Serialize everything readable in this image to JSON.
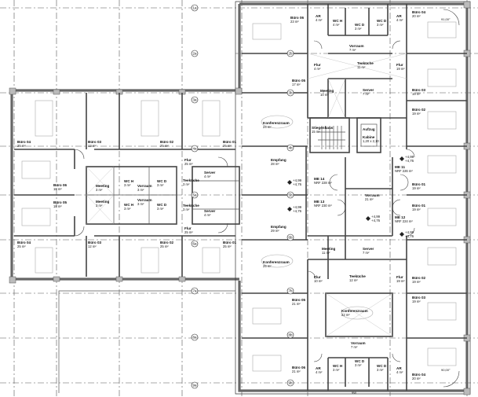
{
  "plan": {
    "grid_labels": [
      "1a",
      "2a",
      "3a",
      "4a",
      "5a",
      "6a",
      "7a",
      "8a",
      "9a",
      "2b",
      "3b",
      "4b",
      "5b",
      "6b",
      "7b",
      "8b",
      "9b"
    ],
    "right_wing": [
      {
        "name": "Büro 06",
        "area": "23 m²"
      },
      {
        "name": "AR",
        "area": "4 m²"
      },
      {
        "name": "WC H",
        "area": "4 m²"
      },
      {
        "name": "WC D",
        "area": "3 m²"
      },
      {
        "name": "WC D",
        "area": "3 m²"
      },
      {
        "name": "AR",
        "area": "4 m²"
      },
      {
        "name": "Büro 04",
        "area": "20 m²"
      },
      {
        "name": "Vorraum",
        "area": "7 m²"
      },
      {
        "name": "Flur",
        "area": "4 m²"
      },
      {
        "name": "Teeküche",
        "area": "11 m²"
      },
      {
        "name": "Flur",
        "area": "19 m²"
      },
      {
        "name": "Büro 05",
        "area": "17 m²"
      },
      {
        "name": "Meeting",
        "area": "10 m²"
      },
      {
        "name": "Server",
        "area": "7 m²"
      },
      {
        "name": "Büro 03",
        "area": "19 m²"
      },
      {
        "name": "Büro 02",
        "area": "19 m²"
      },
      {
        "name": "Konferenzraum",
        "area": "24 m²"
      },
      {
        "name": "Stiegenhaus",
        "area": "15 m²"
      },
      {
        "name": "Aufzug",
        "area": ""
      },
      {
        "name": "Kabine",
        "area": "1,20 x 2,10"
      },
      {
        "name": "Empfang",
        "area": "28 m²"
      },
      {
        "name": "ME 14",
        "area": "NRF 228 m²"
      },
      {
        "name": "ME 11",
        "area": "NRF 226 m²"
      },
      {
        "name": "Büro 01",
        "area": "19 m²"
      },
      {
        "name": "Vorraum",
        "area": "21 m²"
      },
      {
        "name": "ME 13",
        "area": "NRF 230 m²"
      },
      {
        "name": "Büro 01",
        "area": "19 m²"
      },
      {
        "name": "ME 12",
        "area": "NRF 224 m²"
      },
      {
        "name": "Empfang",
        "area": "29 m²"
      },
      {
        "name": "Meeting",
        "area": "11 m²"
      },
      {
        "name": "Server",
        "area": "7 m²"
      },
      {
        "name": "Konferenzraum",
        "area": "25 m²"
      },
      {
        "name": "Flur",
        "area": "10 m²"
      },
      {
        "name": "Teeküche",
        "area": "12 m²"
      },
      {
        "name": "Flur",
        "area": "19 m²"
      },
      {
        "name": "Büro 02",
        "area": "19 m²"
      },
      {
        "name": "Büro 05",
        "area": "21 m²"
      },
      {
        "name": "Büro 03",
        "area": "19 m²"
      },
      {
        "name": "Konferenzraum",
        "area": "22 m²"
      },
      {
        "name": "Vorraum",
        "area": "7 m²"
      },
      {
        "name": "Büro 06",
        "area": "21 m²"
      },
      {
        "name": "AR",
        "area": "4 m²"
      },
      {
        "name": "WC H",
        "area": "3 m²"
      },
      {
        "name": "WC D",
        "area": "3 m²"
      },
      {
        "name": "WC D",
        "area": "3 m²"
      },
      {
        "name": "AR",
        "area": "4 m²"
      },
      {
        "name": "Büro 04",
        "area": "20 m²"
      }
    ],
    "left_wing": [
      {
        "name": "Büro 04",
        "area": "25 m²"
      },
      {
        "name": "Büro 03",
        "area": "12 m²"
      },
      {
        "name": "Büro 02",
        "area": "25 m²"
      },
      {
        "name": "Büro 01",
        "area": "25 m²"
      },
      {
        "name": "Büro 06",
        "area": "18 m²"
      },
      {
        "name": "Büro 05",
        "area": "18 m²"
      },
      {
        "name": "Meeting",
        "area": "3 m²"
      },
      {
        "name": "Meeting",
        "area": "3 m²"
      },
      {
        "name": "WC H",
        "area": "3 m²"
      },
      {
        "name": "Vorraum",
        "area": "3 m²"
      },
      {
        "name": "WC D",
        "area": "3 m²"
      },
      {
        "name": "WC H",
        "area": "3 m²"
      },
      {
        "name": "Vorraum",
        "area": "3 m²"
      },
      {
        "name": "WC D",
        "area": "3 m²"
      },
      {
        "name": "Flur",
        "area": "25 m²"
      },
      {
        "name": "Teeküche",
        "area": "3 m²"
      },
      {
        "name": "Teeküche",
        "area": "3 m²"
      },
      {
        "name": "Flur",
        "area": "25 m²"
      },
      {
        "name": "Server",
        "area": "4 m²"
      },
      {
        "name": "Server",
        "area": "4 m²"
      },
      {
        "name": "Büro 04",
        "area": "25 m²"
      },
      {
        "name": "Büro 03",
        "area": "12 m²"
      },
      {
        "name": "Büro 02",
        "area": "25 m²"
      },
      {
        "name": "Büro 01",
        "area": "25 m²"
      }
    ],
    "levels": {
      "top": "+4,99",
      "bottom": "+4,76"
    },
    "angles": [
      "91,00°",
      "90,00°"
    ],
    "bottom_dim": "9W"
  }
}
